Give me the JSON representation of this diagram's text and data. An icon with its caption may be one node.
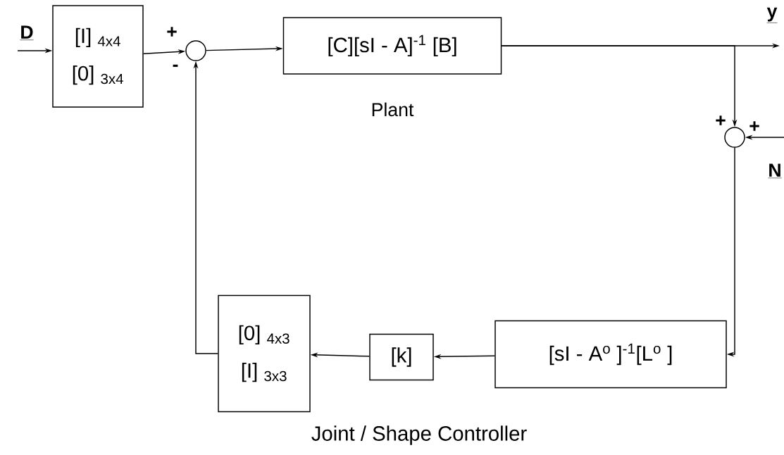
{
  "diagram": {
    "nodes": [
      {
        "text": [
          "D"
        ]
      },
      {
        "text": [
          "[I] $_{4x4}$",
          "[0] $_{3x4}$"
        ]
      },
      {
        "text": [],
        "shape": "circle"
      },
      {
        "text": [
          "[C][sI - A]$^{-1}$ [B]"
        ],
        "beside": [
          "Plant"
        ]
      },
      {
        "text": [
          "y"
        ]
      },
      {
        "text": [],
        "shape": "circle"
      },
      {
        "text": [
          "N"
        ]
      },
      {
        "text": [
          "[sI - A$^{o}$ ]$^{-1}$[L$^{o}$ ]"
        ]
      },
      {
        "text": [
          "[k]"
        ]
      },
      {
        "text": [
          "[0] $_{4x3}$",
          "[I] $_{3x3}$"
        ]
      }
    ],
    "edges": [
      {
        "from": 0,
        "to": 1,
        "arrow": "to"
      },
      {
        "from": 1,
        "to": 2,
        "arrow": "to"
      },
      {
        "from": 2,
        "to": 3,
        "arrow": "to"
      },
      {
        "from": 3,
        "to": 4,
        "arrow": "to"
      },
      {
        "from": 3,
        "to": 5,
        "arrow": "to"
      },
      {
        "from": 6,
        "to": 5,
        "arrow": "to"
      },
      {
        "from": 5,
        "to": 7,
        "arrow": "to"
      },
      {
        "from": 7,
        "to": 8,
        "arrow": "to"
      },
      {
        "from": 8,
        "to": 9,
        "arrow": "to"
      },
      {
        "from": 9,
        "to": 2,
        "arrow": "to"
      }
    ],
    "labels": [
      "+",
      "-",
      "+",
      "+",
      "Joint / Shape Controller"
    ]
  }
}
